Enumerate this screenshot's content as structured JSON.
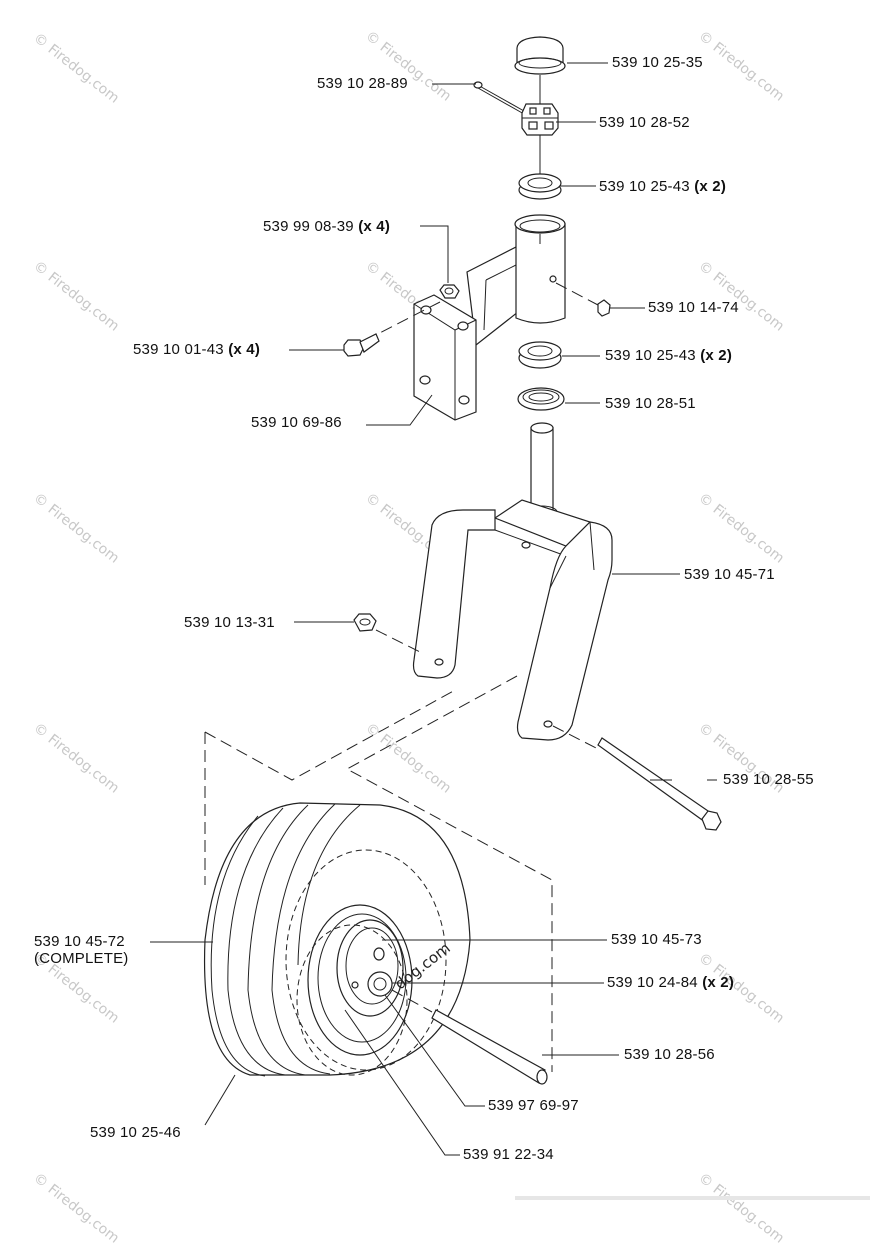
{
  "watermark": {
    "text": "Firedog.com",
    "symbol": "©"
  },
  "parts": [
    {
      "number": "539 10 25-35",
      "qty": ""
    },
    {
      "number": "539 10 28-89",
      "qty": ""
    },
    {
      "number": "539 10 28-52",
      "qty": ""
    },
    {
      "number": "539 10 25-43",
      "qty": "(x 2)"
    },
    {
      "number": "539 99 08-39",
      "qty": "(x 4)"
    },
    {
      "number": "539 10 14-74",
      "qty": ""
    },
    {
      "number": "539 10 01-43",
      "qty": "(x 4)"
    },
    {
      "number": "539 10 25-43",
      "qty": "(x 2)"
    },
    {
      "number": "539 10 28-51",
      "qty": ""
    },
    {
      "number": "539 10 69-86",
      "qty": ""
    },
    {
      "number": "539 10 45-71",
      "qty": ""
    },
    {
      "number": "539 10 13-31",
      "qty": ""
    },
    {
      "number": "539 10 28-55",
      "qty": ""
    },
    {
      "number": "539 10 45-72",
      "qty": "",
      "note": "(COMPLETE)"
    },
    {
      "number": "539 10 45-73",
      "qty": ""
    },
    {
      "number": "539 10 24-84",
      "qty": "(x 2)"
    },
    {
      "number": "539 10 28-56",
      "qty": ""
    },
    {
      "number": "539 97 69-97",
      "qty": ""
    },
    {
      "number": "539 10 25-46",
      "qty": ""
    },
    {
      "number": "539 91 22-34",
      "qty": ""
    }
  ]
}
